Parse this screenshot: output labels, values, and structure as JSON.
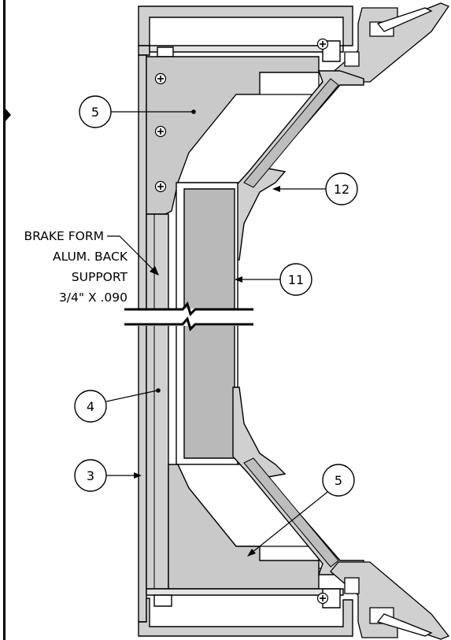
{
  "callouts": {
    "c5_top": "5",
    "c12": "12",
    "c11": "11",
    "c4": "4",
    "c3": "3",
    "c5_bottom": "5"
  },
  "note": {
    "line1": "BRAKE FORM",
    "line2": "ALUM. BACK",
    "line3": "SUPPORT",
    "line4": "3/4\" X .090"
  },
  "colors": {
    "fill_gray": "#d0d0d0",
    "panel_gray": "#b9b9b9",
    "line": "#000000"
  }
}
